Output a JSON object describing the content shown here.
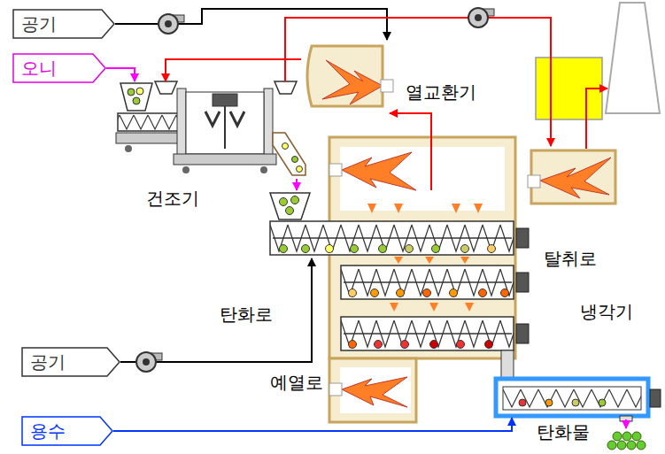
{
  "diagram": {
    "nodes": [
      {
        "text": [
          "공기"
        ]
      },
      {
        "text": [
          "오니"
        ]
      },
      {
        "text": [
          "건조기"
        ]
      },
      {
        "text": [
          "열교환기"
        ]
      },
      {
        "text": [
          "탈취로"
        ]
      },
      {
        "text": [
          "탄화로"
        ]
      },
      {
        "text": [
          "냉각기"
        ]
      },
      {
        "text": [
          "공기"
        ]
      },
      {
        "text": [
          "예열로"
        ]
      },
      {
        "text": [
          "용수"
        ]
      }
    ],
    "edges": [
      {
        "from": 0,
        "to": 3,
        "arrow": "to"
      },
      {
        "from": 1,
        "to": 2,
        "arrow": "to"
      },
      {
        "from": 3,
        "to": 2,
        "arrow": "to"
      },
      {
        "from": 2,
        "to": 4,
        "arrow": "to"
      },
      {
        "from": 5,
        "to": 3,
        "arrow": "to"
      },
      {
        "from": 2,
        "to": 5,
        "arrow": "to"
      },
      {
        "from": 7,
        "to": 5,
        "arrow": "to"
      },
      {
        "from": 9,
        "to": 6,
        "arrow": "to"
      }
    ],
    "labels": [
      "탄화물"
    ]
  }
}
